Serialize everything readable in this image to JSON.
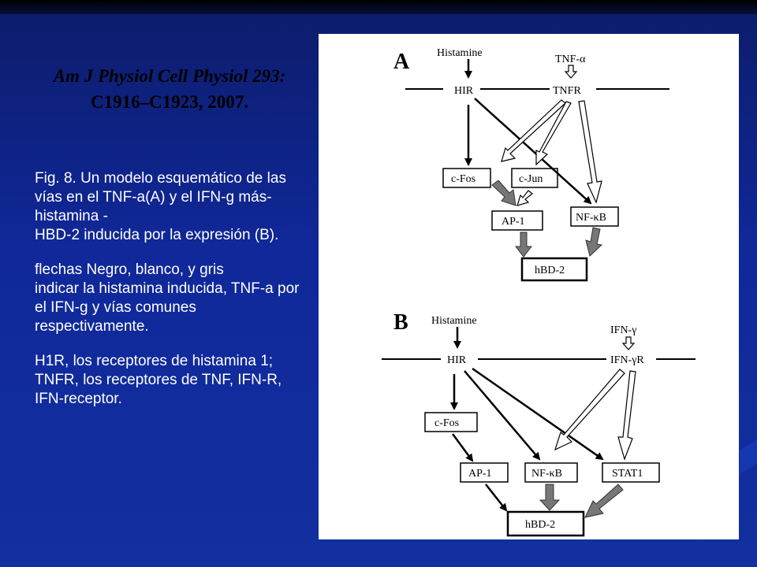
{
  "citation": {
    "line1": "Am J Physiol Cell Physiol 293:",
    "line2": "C1916–C1923, 2007."
  },
  "caption": {
    "p1": "Fig. 8. Un modelo esquemático de las vías en el TNF-a(A) y el IFN-g  más-histamina -\n HBD-2 inducida por la expresión (B).",
    "p2": "flechas Negro, blanco, y gris\n indicar la histamina inducida, TNF-a por el IFN-g y vías comunes respectivamente.",
    "p3": "H1R, los receptores de histamina 1; TNFR, los receptores de TNF, IFN-R,\n IFN-receptor."
  },
  "panel_a": {
    "label": "A",
    "histamine": "Histamine",
    "tnf_alpha": "TNF-α",
    "hir": "HIR",
    "tnfr": "TNFR",
    "c_fos": "c-Fos",
    "c_jun": "c-Jun",
    "ap1": "AP-1",
    "nfkb": "NF-κB",
    "hbd2": "hBD-2"
  },
  "panel_b": {
    "label": "B",
    "histamine": "Histamine",
    "ifn_gamma": "IFN-γ",
    "hir": "HIR",
    "ifn_gamma_r": "IFN-γR",
    "c_fos": "c-Fos",
    "ap1": "AP-1",
    "nfkb": "NF-κB",
    "stat1": "STAT1",
    "hbd2": "hBD-2"
  }
}
